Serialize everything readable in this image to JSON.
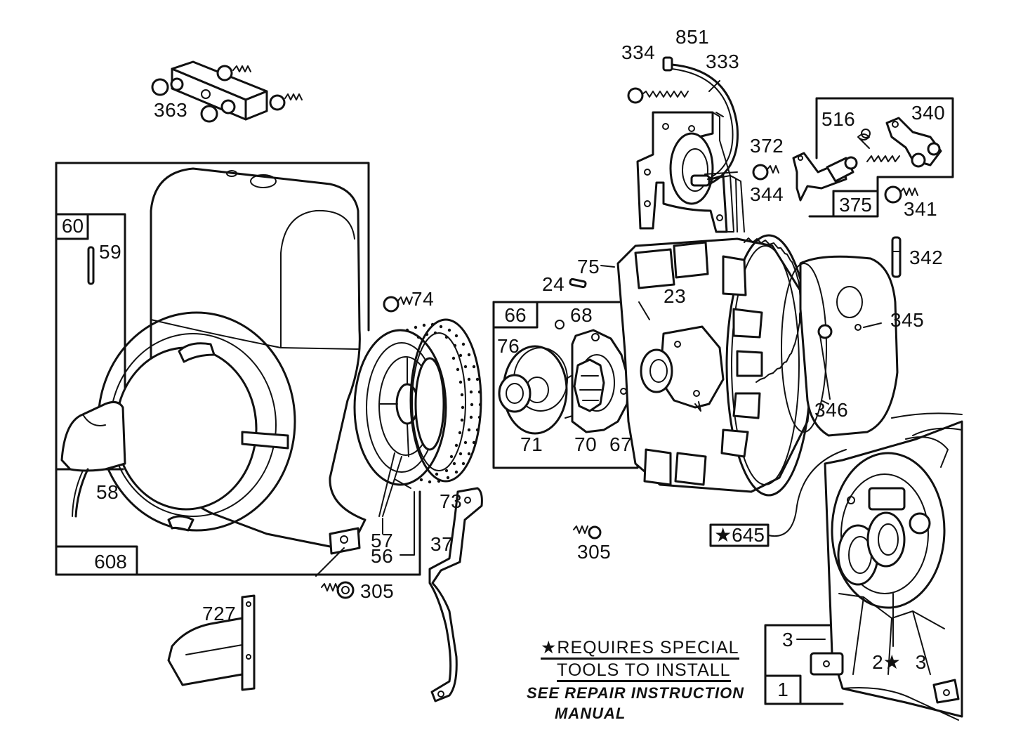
{
  "callouts": {
    "p363": "363",
    "p60": "60",
    "p59": "59",
    "p58": "58",
    "p608": "608",
    "p74": "74",
    "p73": "73",
    "p57": "57",
    "p56": "56",
    "p305a": "305",
    "p727": "727",
    "p37": "37",
    "p66": "66",
    "p68": "68",
    "p76": "76",
    "p71": "71",
    "p70": "70",
    "p67": "67",
    "p75": "75",
    "p24": "24",
    "p23": "23",
    "p305b": "305",
    "p334": "334",
    "p851": "851",
    "p333": "333",
    "p372": "372",
    "p344": "344",
    "p516": "516",
    "p340": "340",
    "p375": "375",
    "p341": "341",
    "p342": "342",
    "p345": "345",
    "p346": "346",
    "p645": "★645",
    "p3a": "3",
    "p2": "2★",
    "p3b": "3",
    "p1": "1"
  },
  "note": {
    "line1": "★REQUIRES SPECIAL",
    "line2": "TOOLS TO INSTALL",
    "line3": "SEE REPAIR INSTRUCTION",
    "line4": "MANUAL"
  }
}
